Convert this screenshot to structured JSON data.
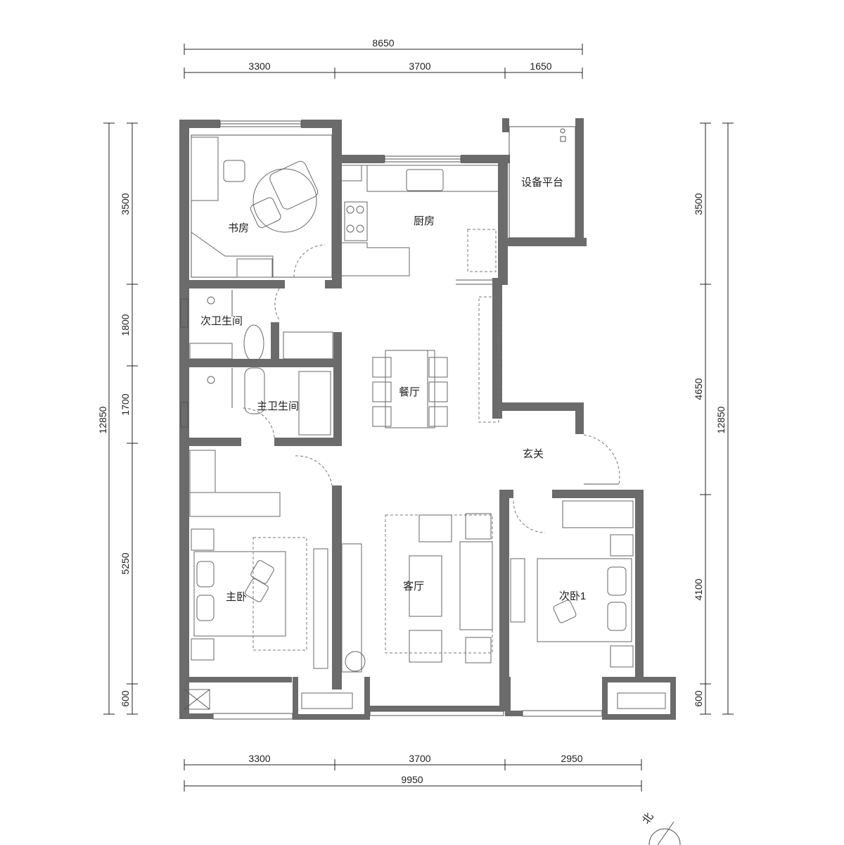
{
  "dimensions": {
    "top_total": "8650",
    "top_segments": [
      "3300",
      "3700",
      "1650"
    ],
    "bottom_segments": [
      "3300",
      "3700",
      "2950"
    ],
    "bottom_total": "9950",
    "left_total": "12850",
    "left_segments": [
      "3500",
      "1800",
      "1700",
      "5250",
      "600"
    ],
    "right_total": "12850",
    "right_segments": [
      "3500",
      "4650",
      "4100",
      "600"
    ]
  },
  "rooms": {
    "study": "书房",
    "kitchen": "厨房",
    "equipment_platform": "设备平台",
    "second_bathroom": "次卫生间",
    "master_bathroom": "主卫生间",
    "dining": "餐厅",
    "entrance": "玄关",
    "living": "客厅",
    "master_bedroom": "主卧",
    "second_bedroom": "次卧1"
  },
  "compass": {
    "label": "北"
  },
  "colors": {
    "wall": "#6b6b6b",
    "line": "#555555"
  }
}
